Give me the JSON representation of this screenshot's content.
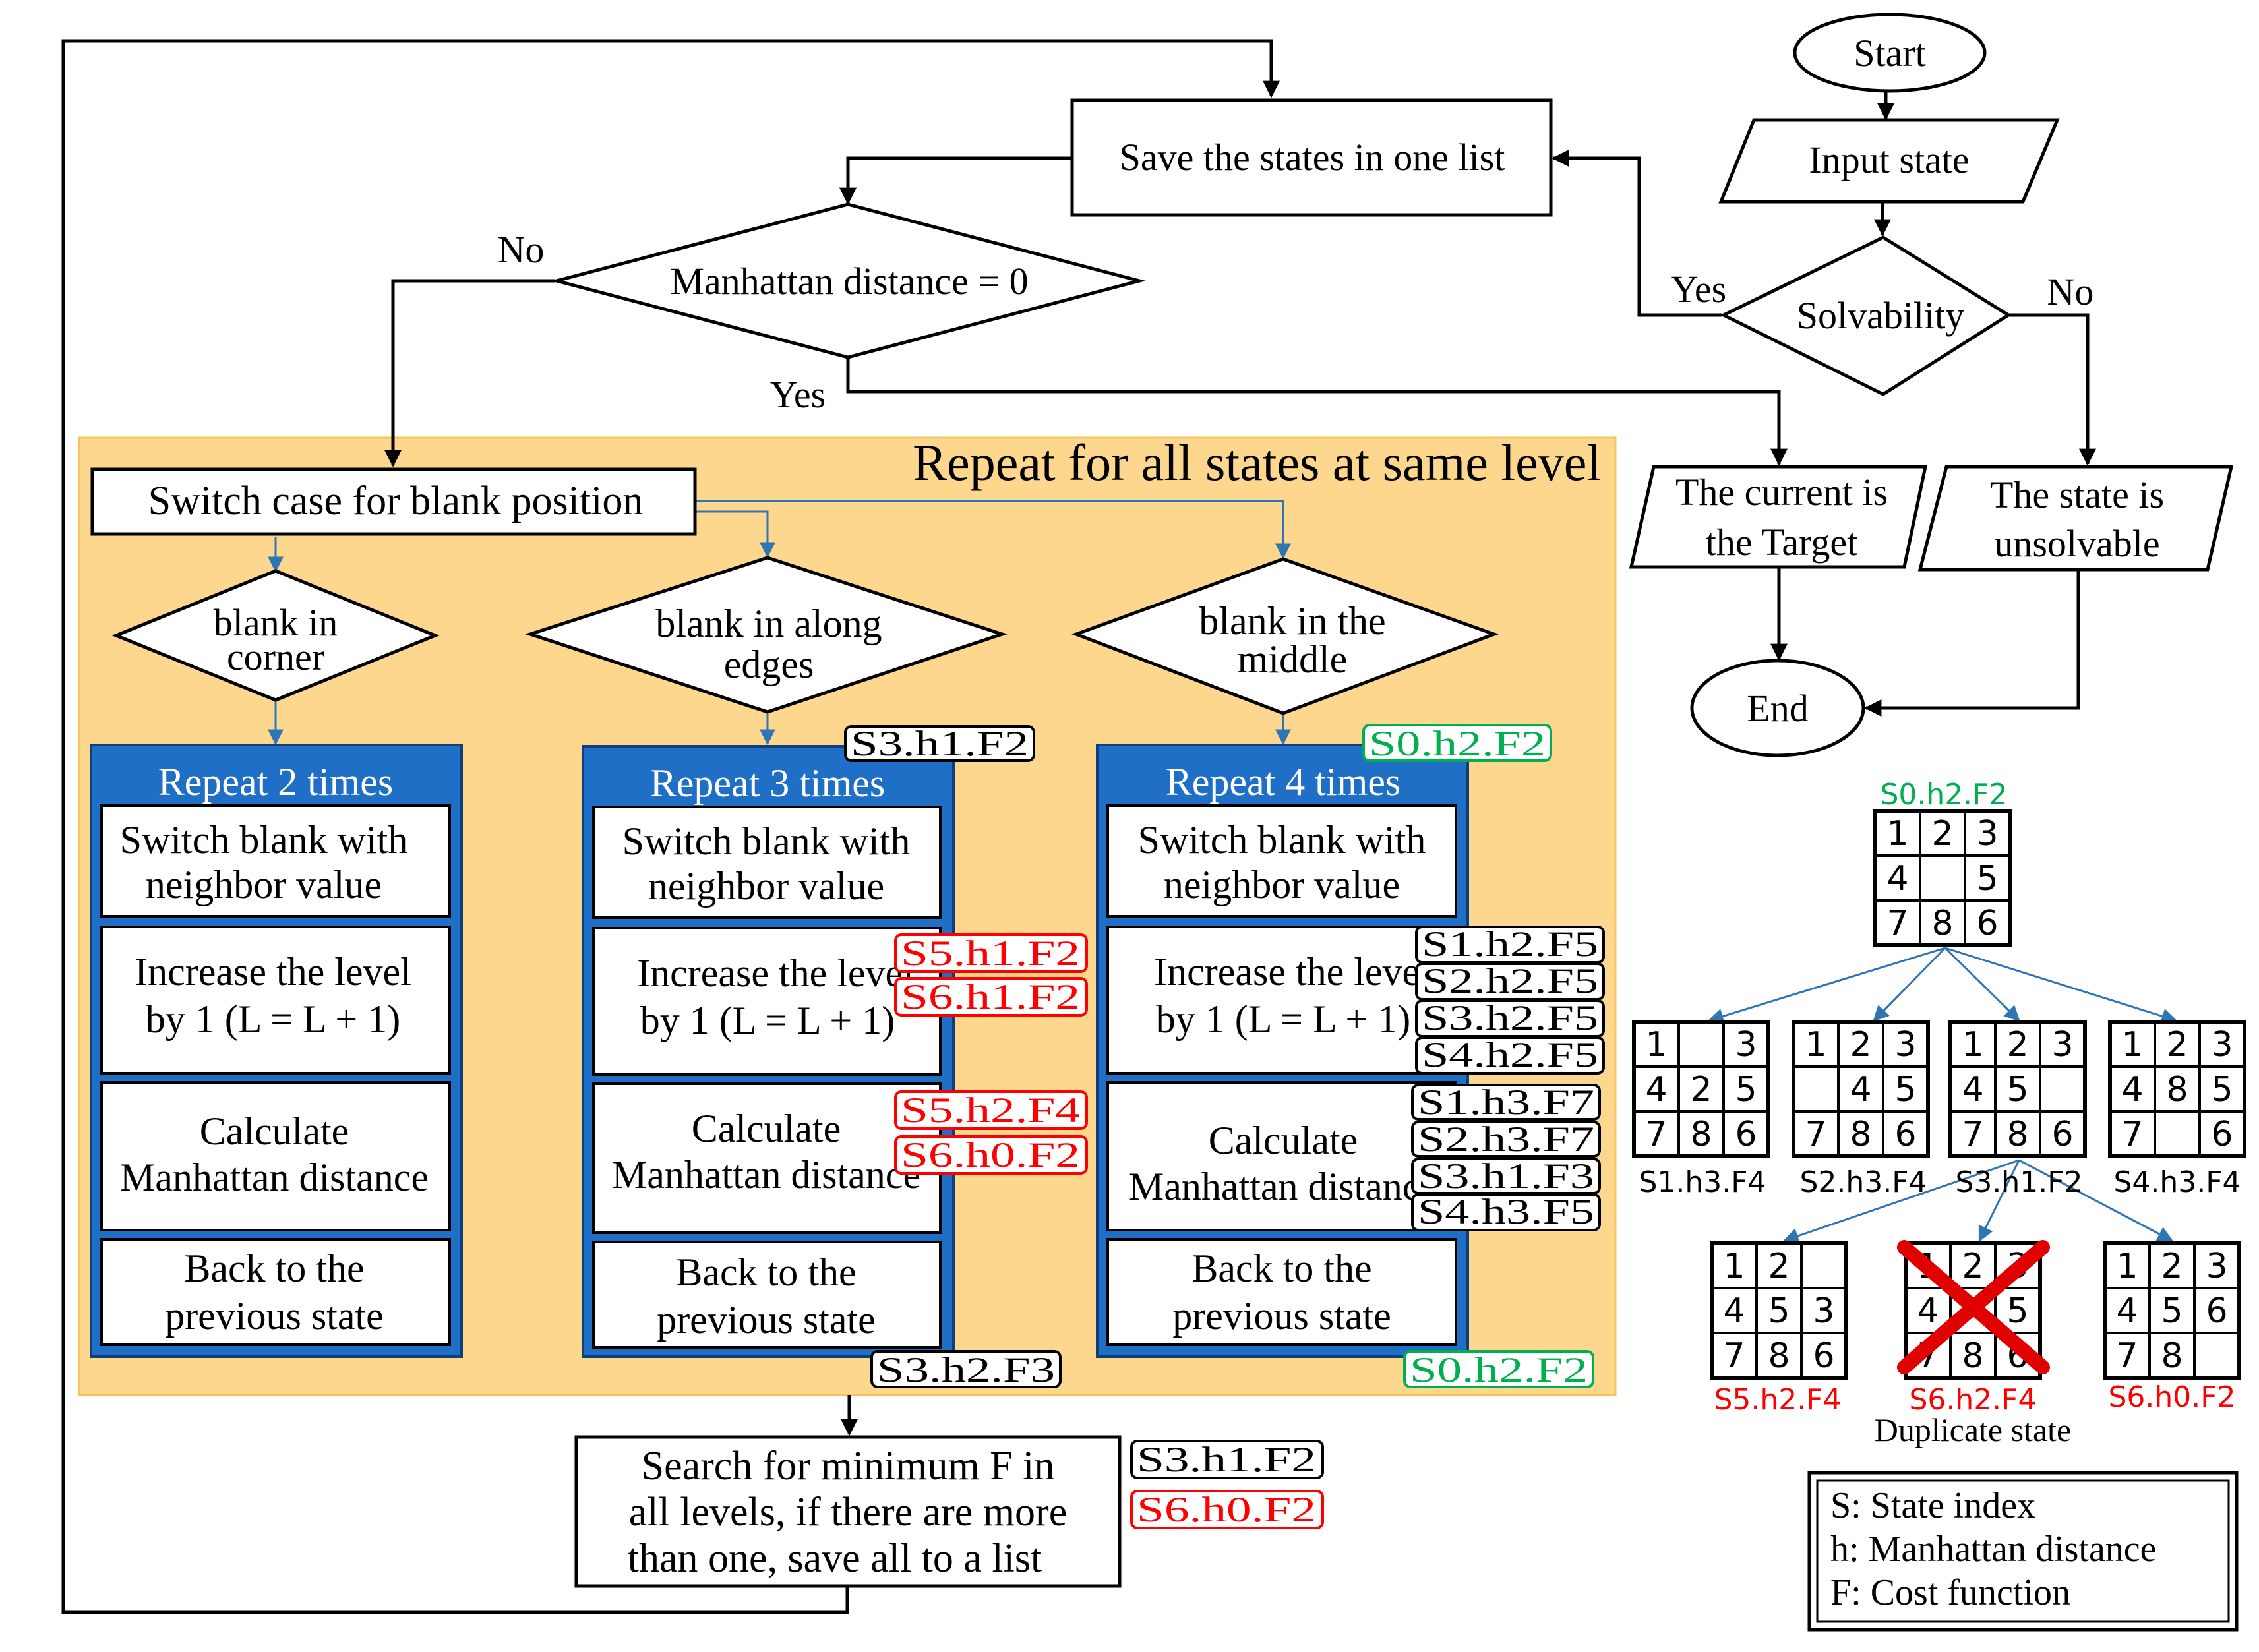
{
  "flow": {
    "start": "Start",
    "input_state": "Input state",
    "solvability": "Solvability",
    "yes_solvable": "Yes",
    "no_solvable": "No",
    "save_states": "Save the states in one list",
    "manhattan_check": "Manhattan distance = 0",
    "no_manhattan": "No",
    "yes_manhattan": "Yes",
    "target_line1": "The current is",
    "target_line2": "the Target",
    "unsolvable_line1": "The state is",
    "unsolvable_line2": "unsolvable",
    "end": "End",
    "repeat_level_title": "Repeat for all states at same level",
    "switch_case": "Switch case for blank position",
    "search_line1": "Search for minimum F in",
    "search_line2": "all levels, if there are more",
    "search_line3": "than one, save all to a list"
  },
  "cases": [
    {
      "decision_line1": "blank in",
      "decision_line2": "corner",
      "repeat": "Repeat 2 times",
      "switch_line1": "Switch blank with",
      "switch_line2": "neighbor value",
      "level_line1": "Increase the level",
      "level_line2": "by 1 (L = L + 1)",
      "calc_line1": "Calculate",
      "calc_line2": "Manhattan distance",
      "back_line1": "Back to the",
      "back_line2": "previous state"
    },
    {
      "decision_line1": "blank in along",
      "decision_line2": "edges",
      "repeat": "Repeat 3 times",
      "switch_line1": "Switch blank with",
      "switch_line2": "neighbor value",
      "level_line1": "Increase the level",
      "level_line2": "by 1 (L = L + 1)",
      "calc_line1": "Calculate",
      "calc_line2": "Manhattan distance",
      "back_line1": "Back to the",
      "back_line2": "previous state"
    },
    {
      "decision_line1": "blank in the",
      "decision_line2": "middle",
      "repeat": "Repeat 4 times",
      "switch_line1": "Switch blank with",
      "switch_line2": "neighbor value",
      "level_line1": "Increase the level",
      "level_line2": "by 1 (L = L + 1)",
      "calc_line1": "Calculate",
      "calc_line2": "Manhattan distance",
      "back_line1": "Back to the",
      "back_line2": "previous state"
    }
  ],
  "tags": {
    "edge_top": "S3.h1.F2",
    "edge_level_1": "S5.h1.F2",
    "edge_level_2": "S6.h1.F2",
    "edge_calc_1": "S5.h2.F4",
    "edge_calc_2": "S6.h0.F2",
    "edge_bottom": "S3.h2.F3",
    "middle_top": "S0.h2.F2",
    "middle_level_1": "S1.h2.F5",
    "middle_level_2": "S2.h2.F5",
    "middle_level_3": "S3.h2.F5",
    "middle_level_4": "S4.h2.F5",
    "middle_calc_1": "S1.h3.F7",
    "middle_calc_2": "S2.h3.F7",
    "middle_calc_3": "S3.h1.F3",
    "middle_calc_4": "S4.h3.F5",
    "middle_bottom": "S0.h2.F2",
    "search_1": "S3.h1.F2",
    "search_2": "S6.h0.F2"
  },
  "tree": {
    "root_label": "S0.h2.F2",
    "root": [
      "1",
      "2",
      "3",
      "4",
      "",
      "5",
      "7",
      "8",
      "6"
    ],
    "level1": [
      {
        "label": "S1.h3.F4",
        "cells": [
          "1",
          "",
          "3",
          "4",
          "2",
          "5",
          "7",
          "8",
          "6"
        ]
      },
      {
        "label": "S2.h3.F4",
        "cells": [
          "1",
          "2",
          "3",
          "",
          "4",
          "5",
          "7",
          "8",
          "6"
        ]
      },
      {
        "label": "S3.h1.F2",
        "cells": [
          "1",
          "2",
          "3",
          "4",
          "5",
          "",
          "7",
          "8",
          "6"
        ]
      },
      {
        "label": "S4.h3.F4",
        "cells": [
          "1",
          "2",
          "3",
          "4",
          "8",
          "5",
          "7",
          "",
          "6"
        ]
      }
    ],
    "level2": [
      {
        "label": "S5.h2.F4",
        "cells": [
          "1",
          "2",
          "",
          "4",
          "5",
          "3",
          "7",
          "8",
          "6"
        ]
      },
      {
        "label": "S6.h2.F4",
        "cells": [
          "1",
          "2",
          "3",
          "4",
          "",
          "5",
          "7",
          "8",
          "6"
        ]
      },
      {
        "label": "S6.h0.F2",
        "cells": [
          "1",
          "2",
          "3",
          "4",
          "5",
          "6",
          "7",
          "8",
          ""
        ]
      }
    ],
    "duplicate_note": "Duplicate state"
  },
  "legend": {
    "line1": "S: State index",
    "line2": "h: Manhattan distance",
    "line3": "F: Cost function"
  },
  "colors": {
    "panel": "#fdd78d",
    "blue_box": "#1f6fc6",
    "arrow_blue": "#2e75b6",
    "tag_red": "#ff0000",
    "tag_green": "#00b050"
  }
}
